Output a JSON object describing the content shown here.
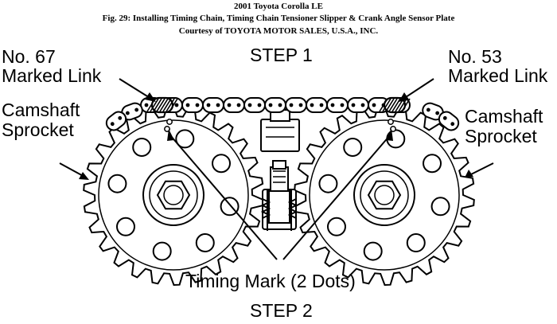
{
  "header": {
    "line1": "2001 Toyota Corolla LE",
    "line2": "Fig. 29: Installing Timing Chain, Timing Chain Tensioner Slipper & Crank Angle Sensor Plate",
    "line3": "Courtesy of TOYOTA MOTOR SALES, U.S.A., INC."
  },
  "diagram": {
    "step1": "STEP 1",
    "step2": "STEP 2",
    "left_marked_link": [
      "No. 67",
      "Marked Link"
    ],
    "right_marked_link": [
      "No. 53",
      "Marked Link"
    ],
    "left_sprocket": [
      "Camshaft",
      "Sprocket"
    ],
    "right_sprocket": [
      "Camshaft",
      "Sprocket"
    ],
    "timing_mark": "Timing Mark (2 Dots)"
  },
  "colors": {
    "ink": "#000000",
    "paper": "#ffffff"
  }
}
